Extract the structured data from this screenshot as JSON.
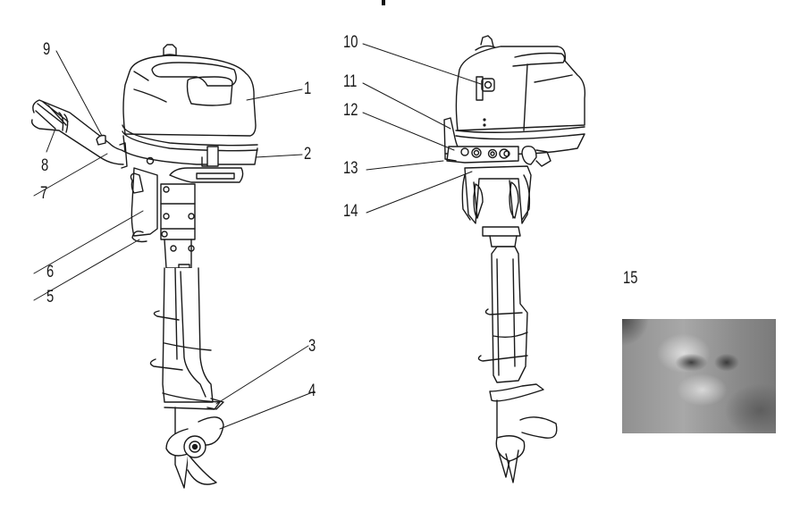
{
  "diagram": {
    "type": "parts-identification",
    "subject": "outboard motor",
    "views": [
      {
        "name": "left-side-view",
        "callouts": [
          "1",
          "2",
          "3",
          "4",
          "5",
          "6",
          "7",
          "8",
          "9"
        ]
      },
      {
        "name": "rear-view",
        "callouts": [
          "10",
          "11",
          "12",
          "13",
          "14"
        ]
      }
    ],
    "callouts": [
      {
        "id": "1",
        "label": "1"
      },
      {
        "id": "2",
        "label": "2"
      },
      {
        "id": "3",
        "label": "3"
      },
      {
        "id": "4",
        "label": "4"
      },
      {
        "id": "5",
        "label": "5"
      },
      {
        "id": "6",
        "label": "6"
      },
      {
        "id": "7",
        "label": "7"
      },
      {
        "id": "8",
        "label": "8"
      },
      {
        "id": "9",
        "label": "9"
      },
      {
        "id": "10",
        "label": "10"
      },
      {
        "id": "11",
        "label": "11"
      },
      {
        "id": "12",
        "label": "12"
      },
      {
        "id": "13",
        "label": "13"
      },
      {
        "id": "14",
        "label": "14"
      },
      {
        "id": "15",
        "label": "15"
      }
    ],
    "detail_photo": {
      "callout": "15",
      "description": "blurred grayscale close-up photo"
    }
  },
  "colors": {
    "line": "#1a1a1a",
    "background": "#ffffff"
  }
}
